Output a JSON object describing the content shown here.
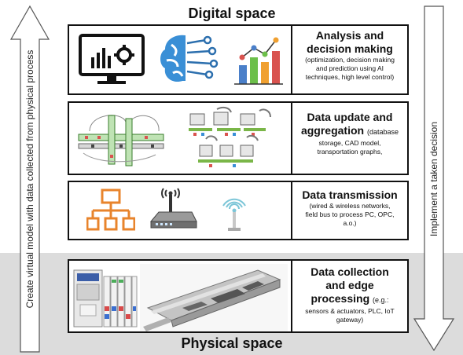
{
  "top_label": "Digital space",
  "bottom_label": "Physical space",
  "left_arrow_label": "Create virtual model with data collected from physical process",
  "right_arrow_label": "Implement a taken decision",
  "layers": [
    {
      "title_line1": "Analysis and",
      "title_line2": "decision making",
      "desc_line1": "(optimization, decision making",
      "desc_line2": "and prediction using AI",
      "desc_line3": "techniques, high level control)"
    },
    {
      "title_line1": "Data update and",
      "title_line2": "aggregation",
      "title_inline_desc": "(database",
      "desc_line1": "storage, CAD model,",
      "desc_line2": "transportation graphs,"
    },
    {
      "title_line1": "Data transmission",
      "desc_line1": "(wired & wireless networks,",
      "desc_line2": "field bus to process PC, OPC,",
      "desc_line3": "a.o.)"
    },
    {
      "title_line1": "Data collection",
      "title_line2": "and edge",
      "title_line3": "processing",
      "title_inline_desc": "(e.g.:",
      "desc_line1": "sensors & actuators, PLC, IoT",
      "desc_line2": "gateway)"
    }
  ],
  "icons": [
    "monitor-analytics-icon",
    "ai-brain-icon",
    "bar-chart-icon",
    "conveyor-layout-icon",
    "cad-model-icon",
    "network-hierarchy-icon",
    "wireless-router-icon",
    "wireless-antenna-icon",
    "plc-rack-icon",
    "linear-conveyor-icon"
  ],
  "colors": {
    "physical_bg": "#dcdcdc",
    "network_orange": "#e8842c",
    "brain_blue": "#3a8fd6",
    "bar_blue": "#4a7fc9",
    "bar_green": "#6cbf4a",
    "bar_orange": "#f0a030",
    "bar_red": "#d9534f"
  }
}
